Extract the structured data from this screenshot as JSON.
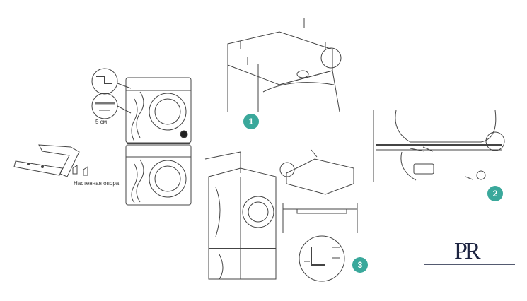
{
  "labels": {
    "wall_support": "Настенная опора",
    "gap": "5 см"
  },
  "steps": [
    {
      "number": "1"
    },
    {
      "number": "2"
    },
    {
      "number": "3"
    }
  ],
  "logo": {
    "text": "PR"
  },
  "colors": {
    "badge": "#3aa89b",
    "line": "#444444",
    "background": "#ffffff",
    "logo": "#1c2340"
  }
}
